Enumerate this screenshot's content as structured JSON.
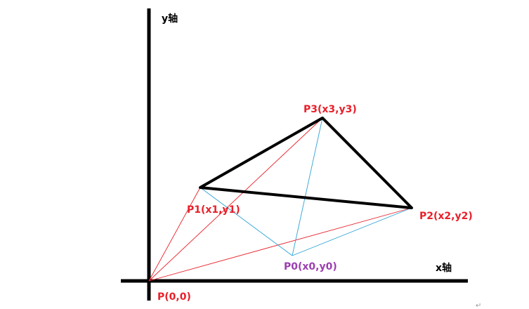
{
  "axes": {
    "y_label": "y轴",
    "x_label": "x轴"
  },
  "points": {
    "origin": {
      "label": "P(0,0)"
    },
    "p0": {
      "label": "P0(x0,y0)"
    },
    "p1": {
      "label": "P1(x1,y1)"
    },
    "p2": {
      "label": "P2(x2,y2)"
    },
    "p3": {
      "label": "P3(x3,y3)"
    }
  },
  "colors": {
    "axis": "#000000",
    "triangle": "#000000",
    "origin_lines": "#e8202a",
    "p0_lines": "#2ea3d6",
    "red_label": "#e8202a",
    "purple_label": "#9b3fb0"
  },
  "return_mark": "↵"
}
